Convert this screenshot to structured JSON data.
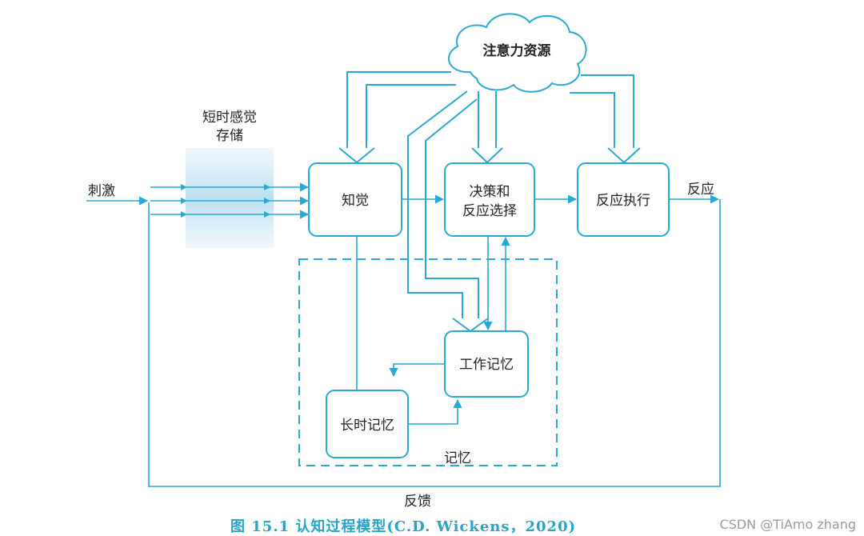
{
  "diagram": {
    "cloud": {
      "label": "注意力资源"
    },
    "sensory_store": {
      "label_line1": "短时感觉",
      "label_line2": "存储"
    },
    "nodes": {
      "perception": {
        "label": "知觉"
      },
      "decision": {
        "label_line1": "决策和",
        "label_line2": "反应选择"
      },
      "execution": {
        "label": "反应执行"
      },
      "working_memory": {
        "label": "工作记忆"
      },
      "long_term_memory": {
        "label": "长时记忆"
      }
    },
    "memory_group": {
      "label": "记忆"
    },
    "stimulus": {
      "label": "刺激"
    },
    "response": {
      "label": "反应"
    },
    "feedback": {
      "label": "反馈"
    },
    "colors": {
      "stroke": "#29a9d3",
      "fill": "#e3f3fa",
      "text": "#222222",
      "caption": "#2aa3c8"
    }
  },
  "caption": {
    "text": "图 15.1   认知过程模型(C.D. Wickens，2020)"
  },
  "watermark": {
    "text": "CSDN @TiAmo zhang"
  }
}
